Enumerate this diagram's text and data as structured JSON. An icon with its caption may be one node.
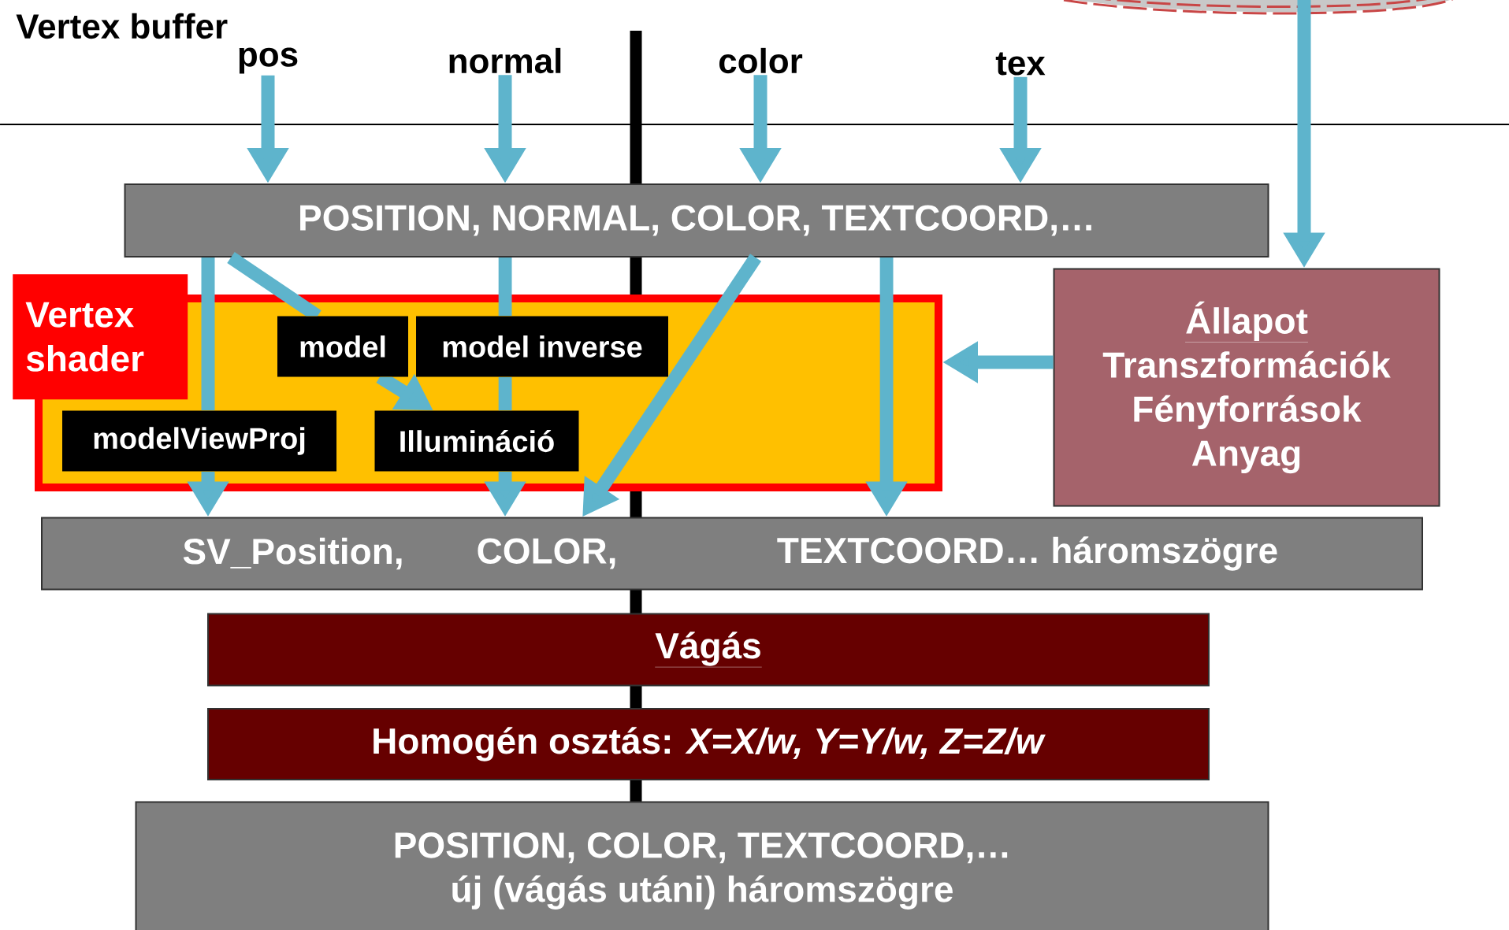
{
  "diagram": {
    "nodes": [
      {
        "text": [
          "pos"
        ]
      },
      {
        "text": [
          "normal"
        ]
      },
      {
        "text": [
          "color"
        ]
      },
      {
        "text": [
          "tex"
        ]
      },
      {
        "text": [
          "POSITION, NORMAL, COLOR, TEXTCOORD,…"
        ]
      },
      {
        "text": [
          "Vertex shader"
        ]
      },
      {
        "text": [
          "model"
        ],
        "in": 5
      },
      {
        "text": [
          "model inverse"
        ],
        "in": 5
      },
      {
        "text": [
          "modelViewProj"
        ],
        "in": 5
      },
      {
        "text": [
          "Illumináció"
        ],
        "in": 5
      },
      {
        "text": [
          "SV_Position,",
          "COLOR,",
          "TEXTCOORD… háromszögre"
        ]
      },
      {
        "text": [
          "Állapot",
          "Transzformációk",
          "Fényforrások",
          "Anyag"
        ]
      },
      {
        "text": [
          "Vágás"
        ]
      },
      {
        "text": [
          "Homogén osztás: *X=X/w, Y=Y/w, Z=Z/w*"
        ]
      },
      {
        "text": [
          "POSITION, COLOR, TEXTCOORD,…",
          "új (vágás utáni) háromszögre"
        ]
      }
    ],
    "edges": [
      {
        "from": 0,
        "to": 4,
        "arrow": "to"
      },
      {
        "from": 1,
        "to": 4,
        "arrow": "to"
      },
      {
        "from": 2,
        "to": 4,
        "arrow": "to"
      },
      {
        "from": 3,
        "to": 4,
        "arrow": "to"
      },
      {
        "from": null,
        "to": 11,
        "arrow": "to"
      },
      {
        "from": 4,
        "to": 8,
        "arrow": "none"
      },
      {
        "from": 8,
        "to": 10,
        "arrow": "to"
      },
      {
        "from": 4,
        "to": 6,
        "arrow": "none"
      },
      {
        "from": 6,
        "to": 9,
        "arrow": "to"
      },
      {
        "from": 4,
        "to": 7,
        "arrow": "none"
      },
      {
        "from": 7,
        "to": 9,
        "arrow": "none"
      },
      {
        "from": 9,
        "to": 10,
        "arrow": "to"
      },
      {
        "from": 4,
        "to": 10,
        "arrow": "to"
      },
      {
        "from": 4,
        "to": 10,
        "arrow": "to"
      },
      {
        "from": 11,
        "to": 5,
        "arrow": "to"
      }
    ],
    "labels": [
      "Vertex buffer"
    ]
  }
}
